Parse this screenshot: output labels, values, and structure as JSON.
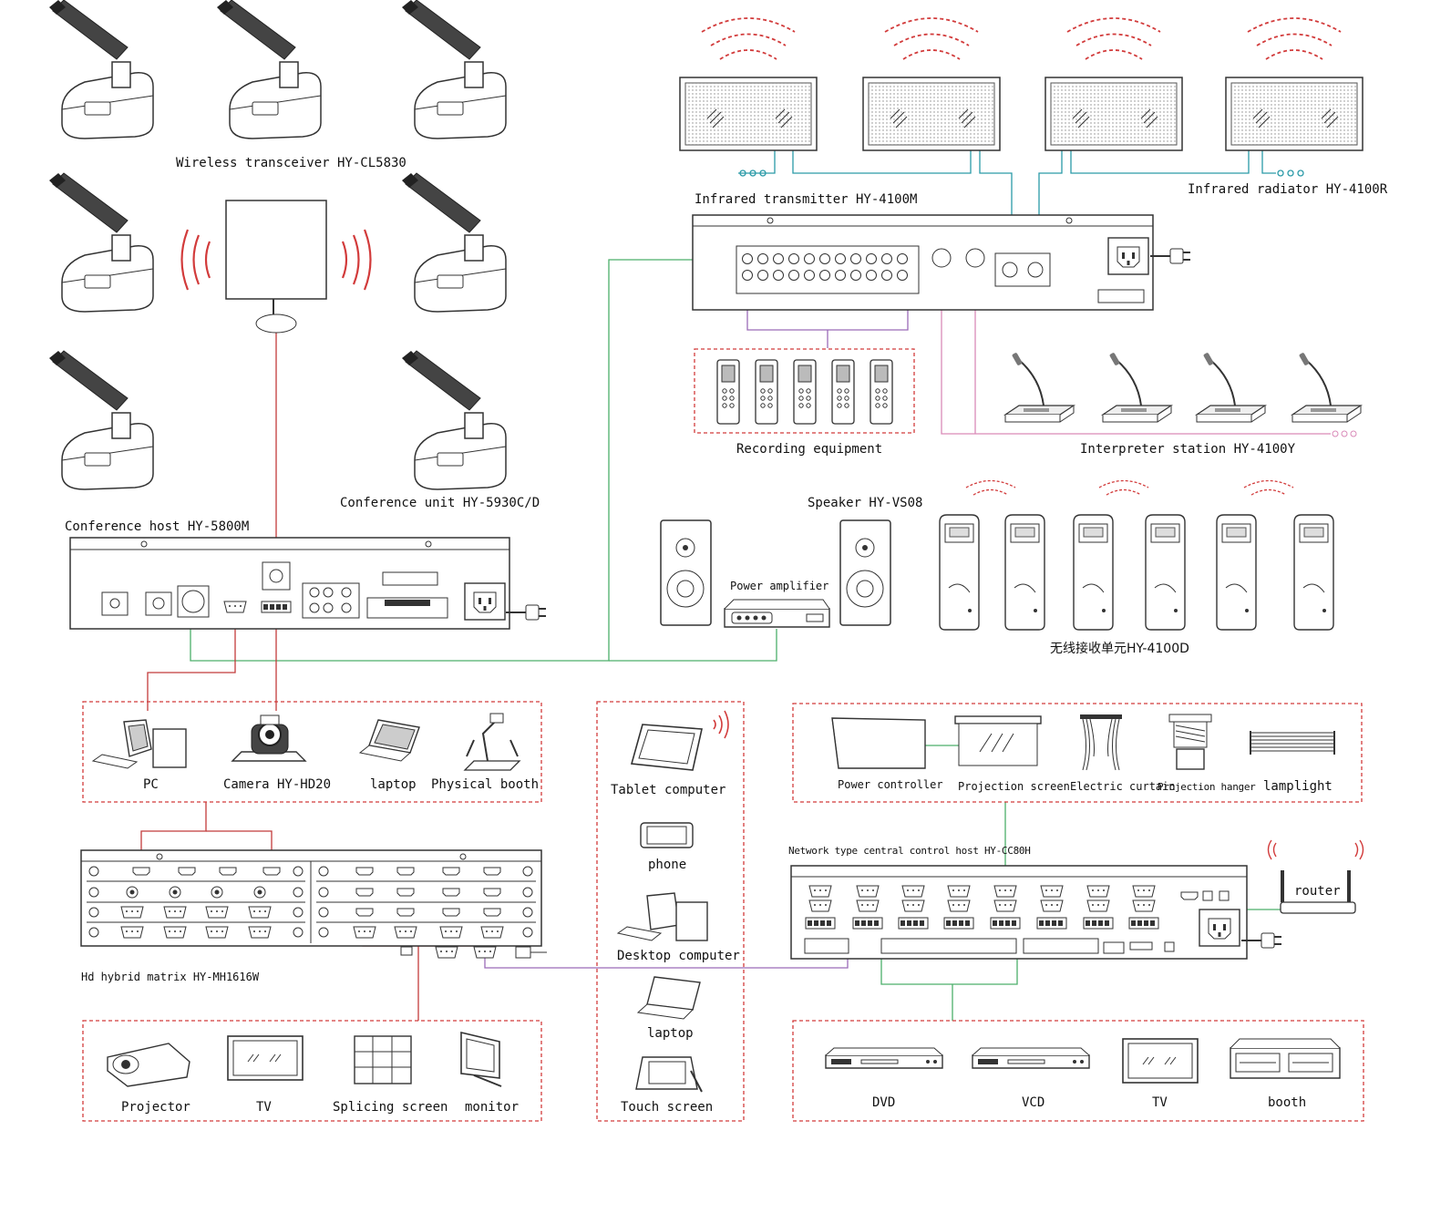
{
  "labels": {
    "wireless_transceiver": "Wireless transceiver HY-CL5830",
    "conference_unit": "Conference unit HY-5930C/D",
    "conference_host": "Conference host HY-5800M",
    "infrared_transmitter": "Infrared transmitter HY-4100M",
    "infrared_radiator": "Infrared radiator HY-4100R",
    "recording_equipment": "Recording equipment",
    "interpreter_station": "Interpreter station HY-4100Y",
    "speaker": "Speaker HY-VS08",
    "power_amplifier": "Power amplifier",
    "wireless_receiver": "无线接收单元HY-4100D",
    "pc": "PC",
    "camera": "Camera HY-HD20",
    "laptop": "laptop",
    "physical_booth": "Physical booth",
    "tablet_computer": "Tablet computer",
    "phone": "phone",
    "desktop_computer": "Desktop computer",
    "laptop2": "laptop",
    "touch_screen": "Touch screen",
    "power_controller": "Power controller",
    "projection_screen": "Projection screen",
    "electric_curtain": "Electric curtain",
    "projection_hanger": "Projection hanger",
    "lamplight": "lamplight",
    "network_host": "Network type central control host HY-CC80H",
    "router": "router",
    "hd_matrix": "Hd hybrid matrix HY-MH1616W",
    "projector": "Projector",
    "tv": "TV",
    "splicing_screen": "Splicing screen",
    "monitor": "monitor",
    "dvd": "DVD",
    "vcd": "VCD",
    "tv2": "TV",
    "booth": "booth"
  },
  "colors": {
    "teal_line": "#2a9aa8",
    "green_line": "#4caf6a",
    "purple_line": "#9b6bb8",
    "pink_line": "#d98ab8",
    "red_line": "#c23b3b",
    "wave_red": "#d23b3b",
    "device_stroke": "#333333"
  }
}
